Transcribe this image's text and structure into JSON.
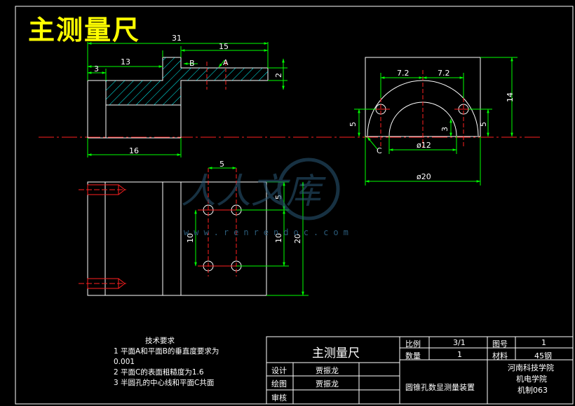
{
  "drawing_title": "主测量尺",
  "watermark": {
    "logo_text": "人人文库",
    "url": "www.renrendoc.com"
  },
  "tech_requirements": {
    "title": "技术要求",
    "items": [
      "1  平面A和平面B的垂直度要求为",
      "0.001",
      "2 平面C的表面粗糙度为1.6",
      "3 半圆孔的中心线和平面C共面"
    ]
  },
  "title_block": {
    "part_name": "主测量尺",
    "scale_label": "比例",
    "scale_value": "3/1",
    "drawing_no_label": "图号",
    "drawing_no_value": "1",
    "quantity_label": "数量",
    "quantity_value": "1",
    "material_label": "材料",
    "material_value": "45钢",
    "designer_label": "设计",
    "designer_name": "贾振龙",
    "drafter_label": "绘图",
    "drafter_name": "贾振龙",
    "reviewer_label": "审核",
    "assembly_name": "圆锥孔数显测量装置",
    "school_line1": "河南科技学院",
    "school_line2": "机电学院",
    "school_line3": "机制063"
  },
  "dimensions": {
    "front_total_length": "31",
    "front_step_length": "13",
    "front_small_step": "3",
    "front_right_length": "15",
    "front_thickness": "2",
    "front_bottom_length": "16",
    "surface_a": "A",
    "surface_b": "B",
    "side_half_spacing_left": "7.2",
    "side_half_spacing_right": "7.2",
    "side_height": "14",
    "side_hole_height_left": "5",
    "side_hole_height_right": "5",
    "side_inner_offset": "3",
    "side_inner_diameter": "ø12",
    "side_outer_diameter": "ø20",
    "surface_c": "C",
    "top_hole_spacing": "5",
    "top_hole_offset_v": "5",
    "top_hole_row_spacing_left": "10",
    "top_hole_row_spacing_right": "10",
    "top_total_height": "20"
  }
}
